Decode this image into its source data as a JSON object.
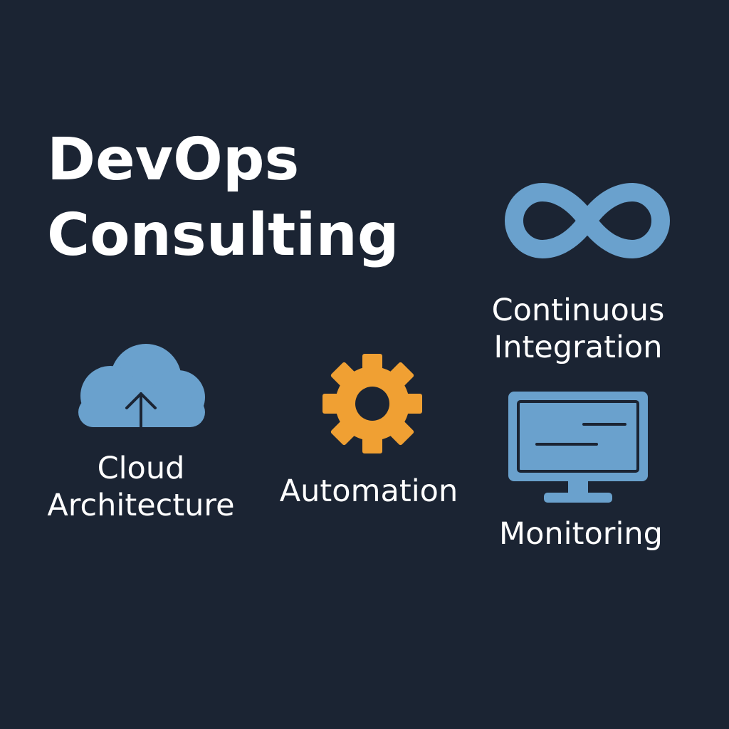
{
  "title": {
    "line1": "DevOps",
    "line2": "Consulting"
  },
  "colors": {
    "background": "#1b2433",
    "text": "#ffffff",
    "blue_icon": "#6aa1cd",
    "orange_icon": "#f0a033"
  },
  "services": [
    {
      "icon": "infinity-icon",
      "label_lines": [
        "Continuous",
        "Integration"
      ]
    },
    {
      "icon": "cloud-upload-icon",
      "label_lines": [
        "Cloud",
        "Architecture"
      ]
    },
    {
      "icon": "gear-icon",
      "label_lines": [
        "Automation"
      ]
    },
    {
      "icon": "monitor-icon",
      "label_lines": [
        "Monitoring"
      ]
    }
  ]
}
